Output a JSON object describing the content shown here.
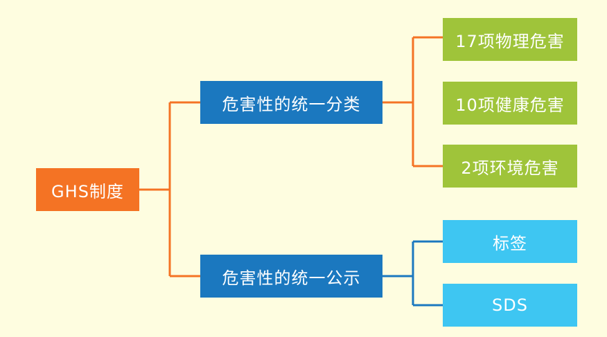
{
  "colors": {
    "background": "#fefde0",
    "root": "#f47324",
    "mid": "#1b78bf",
    "green_leaf": "#9fc43a",
    "cyan_leaf": "#3ec6f2",
    "orange_line": "#f47324",
    "blue_line": "#1b78bf"
  },
  "root": {
    "label": "GHS制度"
  },
  "branches": [
    {
      "label": "危害性的统一分类",
      "children": [
        {
          "label": "17项物理危害"
        },
        {
          "label": "10项健康危害"
        },
        {
          "label": "2项环境危害"
        }
      ]
    },
    {
      "label": "危害性的统一公示",
      "children": [
        {
          "label": "标签"
        },
        {
          "label": "SDS"
        }
      ]
    }
  ]
}
